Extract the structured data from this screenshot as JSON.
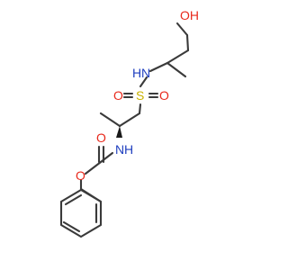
{
  "structure": {
    "colors": {
      "carbon_bond": "#3a3a3a",
      "oxygen": "#e8291c",
      "nitrogen": "#1f3fbf",
      "sulfur": "#c9b200"
    },
    "atoms": {
      "hydroxyl": "OH",
      "sulfonamide_nitrogen": "N",
      "sulfonamide_nitrogen_h": "H",
      "sulfur": "S",
      "sulfonyl_oxygen_left": "O",
      "sulfonyl_oxygen_right": "O",
      "carbamate_nitrogen": "N",
      "carbamate_nitrogen_h": "H",
      "carbonyl_oxygen": "O",
      "ester_oxygen": "O"
    }
  }
}
